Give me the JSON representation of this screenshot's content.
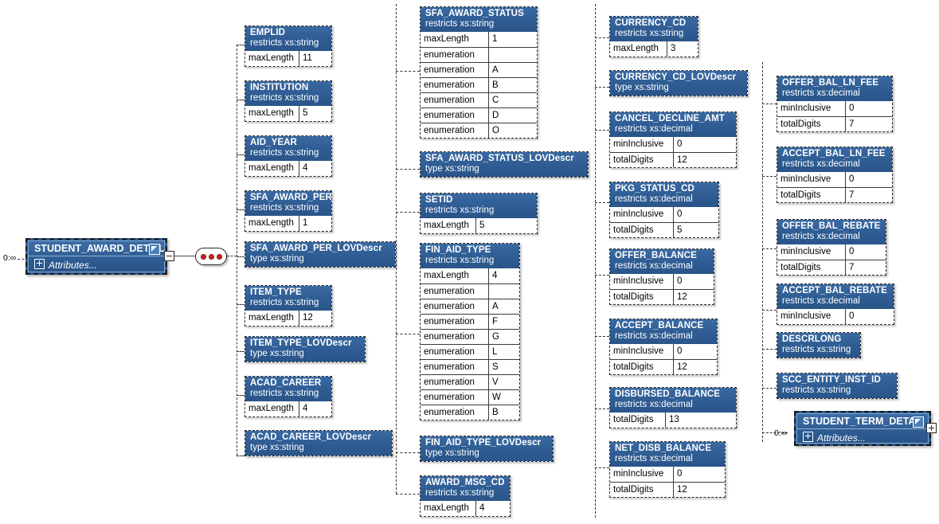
{
  "diagram": {
    "kind": "xml-schema-diagram",
    "root": {
      "name": "STUDENT_AWARD_DETAIL",
      "attributes_label": "Attributes...",
      "cardinality": "0:∞",
      "link_icon": "external-link-icon"
    },
    "sequence_compositor": "sequence-icon",
    "child_element": {
      "name": "STUDENT_TERM_DETAIL",
      "attributes_label": "Attributes...",
      "cardinality": "0:∞",
      "link_icon": "external-link-icon"
    },
    "colors": {
      "header_blue": "#2f5e96",
      "header_text": "#ffffff",
      "line": "#333333",
      "dot_red": "#d11f1f",
      "background": "#ffffff"
    },
    "columns": [
      {
        "id": "col1",
        "nodes": [
          {
            "name": "EMPLID",
            "type": "restricts xs:string",
            "facets": [
              {
                "key": "maxLength",
                "value": "11"
              }
            ]
          },
          {
            "name": "INSTITUTION",
            "type": "restricts xs:string",
            "facets": [
              {
                "key": "maxLength",
                "value": "5"
              }
            ]
          },
          {
            "name": "AID_YEAR",
            "type": "restricts xs:string",
            "facets": [
              {
                "key": "maxLength",
                "value": "4"
              }
            ]
          },
          {
            "name": "SFA_AWARD_PER",
            "type": "restricts xs:string",
            "facets": [
              {
                "key": "maxLength",
                "value": "1"
              }
            ]
          },
          {
            "name": "SFA_AWARD_PER_LOVDescr",
            "type": "type xs:string",
            "facets": []
          },
          {
            "name": "ITEM_TYPE",
            "type": "restricts xs:string",
            "facets": [
              {
                "key": "maxLength",
                "value": "12"
              }
            ]
          },
          {
            "name": "ITEM_TYPE_LOVDescr",
            "type": "type xs:string",
            "facets": []
          },
          {
            "name": "ACAD_CAREER",
            "type": "restricts xs:string",
            "facets": [
              {
                "key": "maxLength",
                "value": "4"
              }
            ]
          },
          {
            "name": "ACAD_CAREER_LOVDescr",
            "type": "type xs:string",
            "facets": []
          }
        ]
      },
      {
        "id": "col2",
        "nodes": [
          {
            "name": "SFA_AWARD_STATUS",
            "type": "restricts xs:string",
            "facets": [
              {
                "key": "maxLength",
                "value": "1"
              },
              {
                "key": "enumeration",
                "value": ""
              },
              {
                "key": "enumeration",
                "value": "A"
              },
              {
                "key": "enumeration",
                "value": "B"
              },
              {
                "key": "enumeration",
                "value": "C"
              },
              {
                "key": "enumeration",
                "value": "D"
              },
              {
                "key": "enumeration",
                "value": "O"
              }
            ]
          },
          {
            "name": "SFA_AWARD_STATUS_LOVDescr",
            "type": "type xs:string",
            "facets": []
          },
          {
            "name": "SETID",
            "type": "restricts xs:string",
            "facets": [
              {
                "key": "maxLength",
                "value": "5"
              }
            ]
          },
          {
            "name": "FIN_AID_TYPE",
            "type": "restricts xs:string",
            "facets": [
              {
                "key": "maxLength",
                "value": "4"
              },
              {
                "key": "enumeration",
                "value": ""
              },
              {
                "key": "enumeration",
                "value": "A"
              },
              {
                "key": "enumeration",
                "value": "F"
              },
              {
                "key": "enumeration",
                "value": "G"
              },
              {
                "key": "enumeration",
                "value": "L"
              },
              {
                "key": "enumeration",
                "value": "S"
              },
              {
                "key": "enumeration",
                "value": "V"
              },
              {
                "key": "enumeration",
                "value": "W"
              },
              {
                "key": "enumeration",
                "value": "B"
              }
            ]
          },
          {
            "name": "FIN_AID_TYPE_LOVDescr",
            "type": "type xs:string",
            "facets": []
          },
          {
            "name": "AWARD_MSG_CD",
            "type": "restricts xs:string",
            "facets": [
              {
                "key": "maxLength",
                "value": "4"
              }
            ]
          }
        ]
      },
      {
        "id": "col3",
        "nodes": [
          {
            "name": "CURRENCY_CD",
            "type": "restricts xs:string",
            "facets": [
              {
                "key": "maxLength",
                "value": "3"
              }
            ]
          },
          {
            "name": "CURRENCY_CD_LOVDescr",
            "type": "type xs:string",
            "facets": []
          },
          {
            "name": "CANCEL_DECLINE_AMT",
            "type": "restricts xs:decimal",
            "facets": [
              {
                "key": "minInclusive",
                "value": "0"
              },
              {
                "key": "totalDigits",
                "value": "12"
              }
            ]
          },
          {
            "name": "PKG_STATUS_CD",
            "type": "restricts xs:decimal",
            "facets": [
              {
                "key": "minInclusive",
                "value": "0"
              },
              {
                "key": "totalDigits",
                "value": "5"
              }
            ]
          },
          {
            "name": "OFFER_BALANCE",
            "type": "restricts xs:decimal",
            "facets": [
              {
                "key": "minInclusive",
                "value": "0"
              },
              {
                "key": "totalDigits",
                "value": "12"
              }
            ]
          },
          {
            "name": "ACCEPT_BALANCE",
            "type": "restricts xs:decimal",
            "facets": [
              {
                "key": "minInclusive",
                "value": "0"
              },
              {
                "key": "totalDigits",
                "value": "12"
              }
            ]
          },
          {
            "name": "DISBURSED_BALANCE",
            "type": "restricts xs:decimal",
            "facets": [
              {
                "key": "totalDigits",
                "value": "13"
              }
            ]
          },
          {
            "name": "NET_DISB_BALANCE",
            "type": "restricts xs:decimal",
            "facets": [
              {
                "key": "minInclusive",
                "value": "0"
              },
              {
                "key": "totalDigits",
                "value": "12"
              }
            ]
          }
        ]
      },
      {
        "id": "col4",
        "nodes": [
          {
            "name": "OFFER_BAL_LN_FEE",
            "type": "restricts xs:decimal",
            "facets": [
              {
                "key": "minInclusive",
                "value": "0"
              },
              {
                "key": "totalDigits",
                "value": "7"
              }
            ]
          },
          {
            "name": "ACCEPT_BAL_LN_FEE",
            "type": "restricts xs:decimal",
            "facets": [
              {
                "key": "minInclusive",
                "value": "0"
              },
              {
                "key": "totalDigits",
                "value": "7"
              }
            ]
          },
          {
            "name": "OFFER_BAL_REBATE",
            "type": "restricts xs:decimal",
            "facets": [
              {
                "key": "minInclusive",
                "value": "0"
              },
              {
                "key": "totalDigits",
                "value": "7"
              }
            ]
          },
          {
            "name": "ACCEPT_BAL_REBATE",
            "type": "restricts xs:decimal",
            "facets": [
              {
                "key": "minInclusive",
                "value": "0"
              }
            ]
          },
          {
            "name": "DESCRLONG",
            "type": "restricts xs:string",
            "facets": []
          },
          {
            "name": "SCC_ENTITY_INST_ID",
            "type": "restricts xs:string",
            "facets": []
          }
        ]
      }
    ]
  }
}
